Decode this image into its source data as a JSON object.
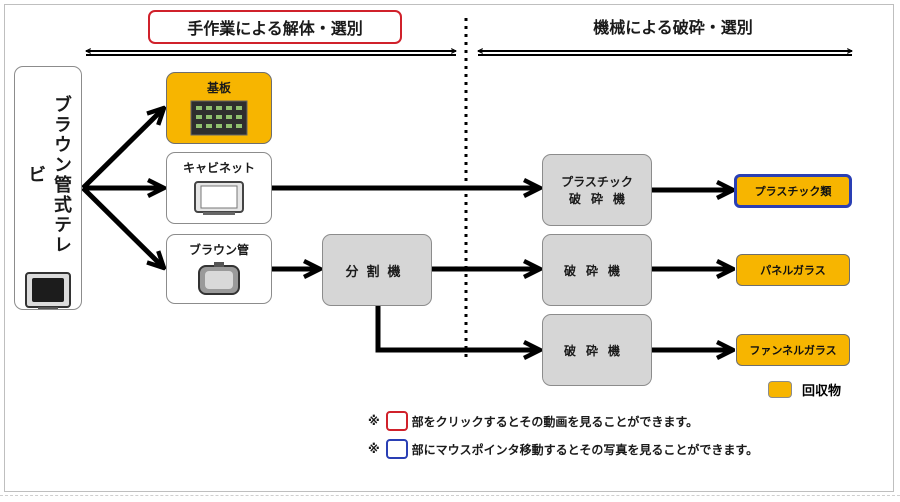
{
  "headers": {
    "manual": "手作業による解体・選別",
    "machine": "機械による破砕・選別"
  },
  "nodes": {
    "source": "ブラウン管式テレビ",
    "board": "基板",
    "cabinet": "キャビネット",
    "crt": "ブラウン管",
    "splitter": "分割機",
    "plastic_crusher_line1": "プラスチック",
    "plastic_crusher_line2": "破砕機",
    "crusher_mid": "破砕機",
    "crusher_bottom": "破砕機"
  },
  "outputs": {
    "plastic": "プラスチック類",
    "panel": "パネルガラス",
    "funnel": "ファンネルガラス"
  },
  "legend": {
    "label": "回収物",
    "color": "#f7b500"
  },
  "notes": {
    "mark": "※",
    "red_note": "部をクリックするとその動画を見ることができます。",
    "blue_note": "部にマウスポインタ移動するとその写真を見ることができます。"
  },
  "colors": {
    "accent_red": "#d0212b",
    "accent_blue": "#2a3fb4",
    "recovered": "#f7b500"
  }
}
